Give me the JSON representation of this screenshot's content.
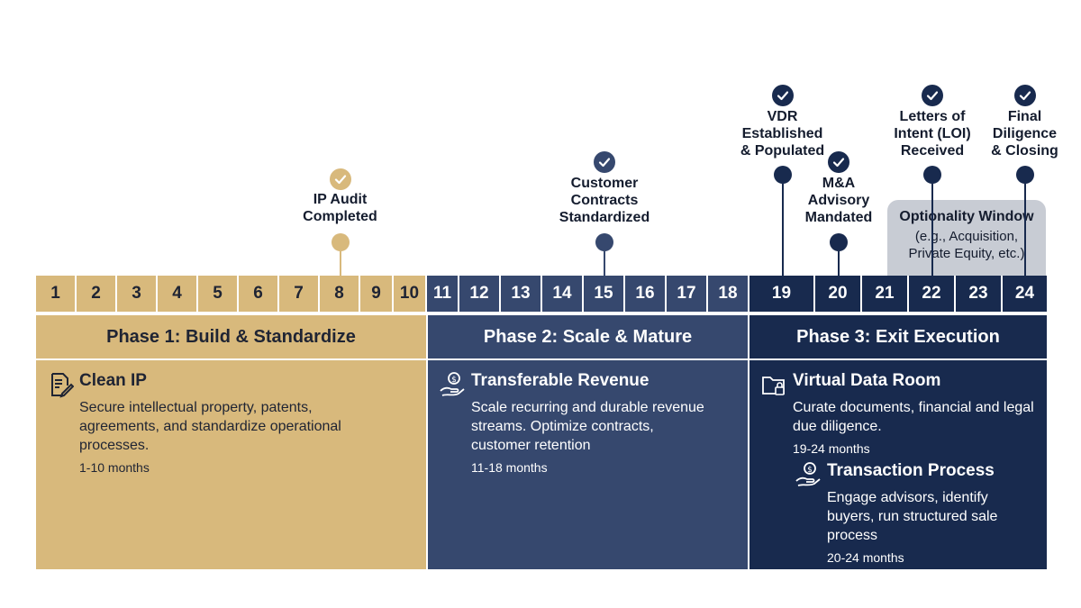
{
  "months": [
    "1",
    "2",
    "3",
    "4",
    "5",
    "6",
    "7",
    "8",
    "9",
    "10",
    "11",
    "12",
    "13",
    "14",
    "15",
    "16",
    "17",
    "18",
    "19",
    "20",
    "21",
    "22",
    "23",
    "24"
  ],
  "colors": {
    "phase1": "#d8b97c",
    "phase2": "#36486e",
    "phase3": "#182a4e",
    "optionality": "#c8ccd4",
    "text_dark": "#141c2e"
  },
  "phases": [
    {
      "title": "Phase 1: Build & Standardize",
      "blocks": [
        {
          "icon": "document-pen-icon",
          "title": "Clean IP",
          "desc": "Secure intellectual property, patents, agreements, and standardize operational processes.",
          "months": "1-10 months"
        }
      ]
    },
    {
      "title": "Phase 2: Scale & Mature",
      "blocks": [
        {
          "icon": "hand-dollar-icon",
          "title": "Transferable Revenue",
          "desc": "Scale recurring and durable revenue streams. Optimize contracts, customer retention",
          "months": "11-18 months"
        }
      ]
    },
    {
      "title": "Phase 3: Exit Execution",
      "blocks": [
        {
          "icon": "folder-lock-icon",
          "title": "Virtual Data Room",
          "desc": "Curate documents, financial and legal due diligence.",
          "months": "19-24 months"
        },
        {
          "icon": "hand-dollar-icon",
          "title": "Transaction Process",
          "desc": "Engage advisors, identify buyers, run structured sale process",
          "months": "20-24 months"
        }
      ]
    }
  ],
  "milestones": [
    {
      "label_lines": [
        "IP Audit",
        "Completed"
      ],
      "month": 8
    },
    {
      "label_lines": [
        "Customer",
        "Contracts",
        "Standardized"
      ],
      "month": 15
    },
    {
      "label_lines": [
        "VDR",
        "Established",
        "& Populated"
      ],
      "month": 19
    },
    {
      "label_lines": [
        "M&A",
        "Advisory",
        "Mandated"
      ],
      "month": 20
    },
    {
      "label_lines": [
        "Letters of",
        "Intent (LOI)",
        "Received"
      ],
      "month": 22
    },
    {
      "label_lines": [
        "Final",
        "Diligence",
        "& Closing"
      ],
      "month": 24
    }
  ],
  "optionality": {
    "title": "Optionality Window",
    "sub_lines": [
      "(e.g., Acquisition,",
      "Private Equity, etc.)"
    ]
  }
}
